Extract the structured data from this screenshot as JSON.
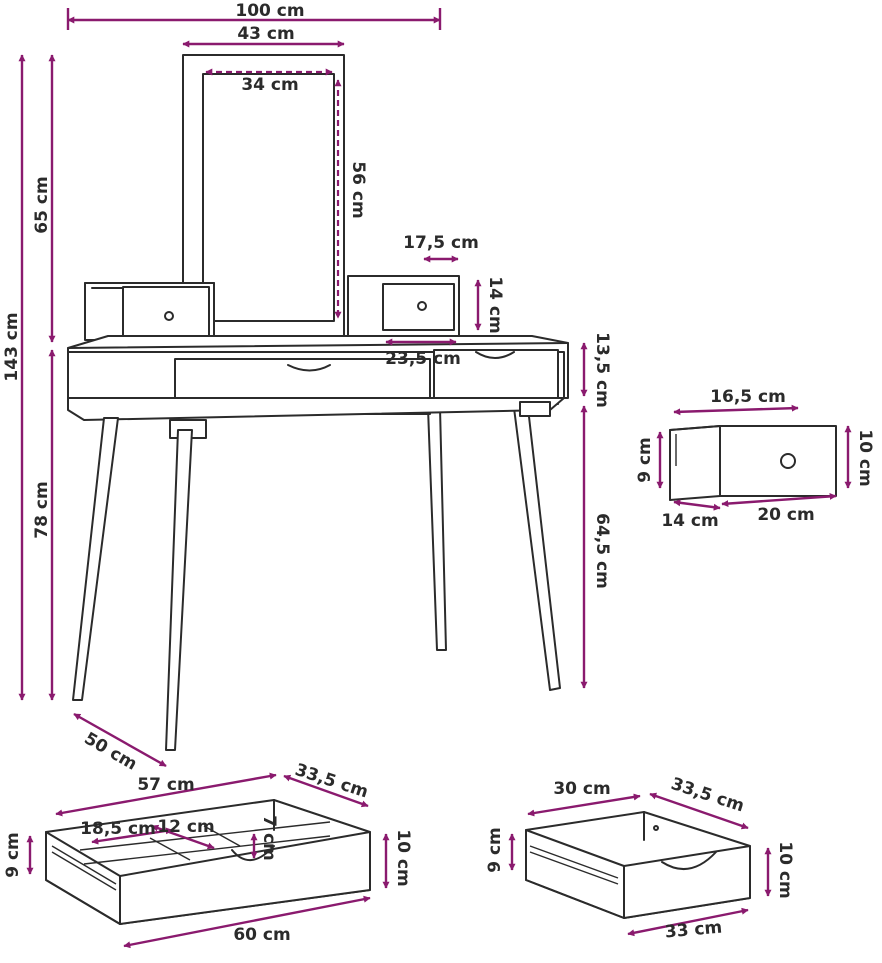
{
  "colors": {
    "dimension": "#8a1a6e",
    "outline": "#2b2b2b",
    "background": "#ffffff"
  },
  "dimensions": {
    "total_width": "100 cm",
    "mirror_frame_width": "43 cm",
    "mirror_glass_width": "34 cm",
    "mirror_glass_height": "56 cm",
    "mirror_height": "65 cm",
    "total_height": "143 cm",
    "table_height": "78 cm",
    "depth": "50 cm",
    "small_drawer_width": "17,5 cm",
    "small_drawer_height": "14 cm",
    "small_drawer_cabinet_width": "23,5 cm",
    "tabletop_height": "13,5 cm",
    "leg_height": "64,5 cm",
    "box_depth": "16,5 cm",
    "box_inner_height": "9 cm",
    "box_outer_height": "10 cm",
    "box_side_depth": "14 cm",
    "box_front_width": "20 cm",
    "large_drawer_inner_width": "57 cm",
    "large_drawer_depth": "33,5 cm",
    "compartment_width": "18,5 cm",
    "compartment_depth": "12 cm",
    "compartment_height": "7 cm",
    "large_drawer_inner_height": "9 cm",
    "large_drawer_outer_height": "10 cm",
    "large_drawer_front_width": "60 cm",
    "medium_drawer_inner_width": "30 cm",
    "medium_drawer_depth": "33,5 cm",
    "medium_drawer_inner_height": "9 cm",
    "medium_drawer_outer_height": "10 cm",
    "medium_drawer_front_width": "33 cm"
  }
}
